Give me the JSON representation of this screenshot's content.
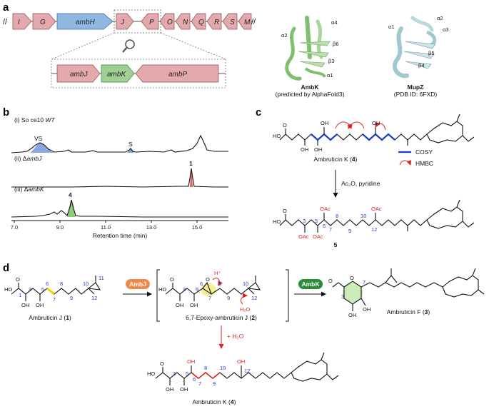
{
  "panels": {
    "a": "a",
    "b": "b",
    "c": "c",
    "d": "d"
  },
  "panel_a": {
    "genes": [
      "I",
      "G",
      "ambH",
      "J",
      "P",
      "O",
      "N",
      "Q",
      "R",
      "S",
      "M"
    ],
    "zoom_genes": [
      "ambJ",
      "ambK",
      "ambP"
    ],
    "structure1": {
      "name": "AmbK",
      "note": "(predicted by AlphaFold3)",
      "labels": [
        "α4",
        "α2",
        "β6",
        "β3",
        "α1"
      ]
    },
    "structure2": {
      "name": "MupZ",
      "note": "(PDB ID: 6FXD)",
      "labels": [
        "α2",
        "α1",
        "α3",
        "β5",
        "β4"
      ]
    },
    "colors": {
      "ambH": "#8fb8e0",
      "red_genes": "#e4a9ad",
      "ambK": "#9fcf92"
    }
  },
  "panel_b": {
    "traces": [
      {
        "label_prefix": "(i) So ce10 ",
        "label_italic": "WT",
        "peaks": [
          "VS",
          "S"
        ],
        "color": "#6f8fd0"
      },
      {
        "label_prefix": "(ii) Δ",
        "label_italic": "ambJ",
        "peaks": [
          "1"
        ],
        "color": "#d85050"
      },
      {
        "label_prefix": "(iii) Δ",
        "label_italic": "ambK",
        "peaks": [
          "4"
        ],
        "color": "#7cbf6a"
      }
    ],
    "x_ticks": [
      "7.0",
      "9.0",
      "11.0",
      "13.0",
      "15.0"
    ],
    "xlabel": "Retention time (min)"
  },
  "panel_c": {
    "compound_top": "Ambruticin K (",
    "compound_top_num": "4",
    "legend": [
      "COSY",
      "HMBC"
    ],
    "reagent": "Ac₂O, pyridine",
    "compound_bottom_num": "5",
    "atoms_top": {
      "oh1": "OH",
      "oh2": "OH",
      "oh3": "OH",
      "oh4": "OH",
      "ho": "HO",
      "o": "O"
    },
    "atoms_bottom": {
      "oac": "OAc",
      "ho": "HO",
      "o": "O"
    },
    "numbers": [
      "3",
      "5",
      "6",
      "7",
      "8",
      "9",
      "10",
      "12"
    ]
  },
  "panel_d": {
    "c1": {
      "name": "Ambruticin J (",
      "num": "1"
    },
    "c2": {
      "name": "6,7-Epoxy-ambruticin J (",
      "num": "2"
    },
    "c3": {
      "name": "Ambruticin F (",
      "num": "3"
    },
    "c4": {
      "name": "Ambruticin K (",
      "num": "4"
    },
    "enzymes": [
      "AmbJ",
      "AmbK"
    ],
    "water": "+ H₂O",
    "h_plus": "H⁺",
    "h2o": "H₂O",
    "numbers": [
      "1",
      "3",
      "5",
      "6",
      "7",
      "8",
      "9",
      "10",
      "11",
      "12"
    ],
    "atoms": {
      "ho": "HO",
      "o": "O",
      "oh": "OH"
    },
    "colors": {
      "ambJ": "#f08a4b",
      "ambK": "#2e8b3a"
    }
  }
}
